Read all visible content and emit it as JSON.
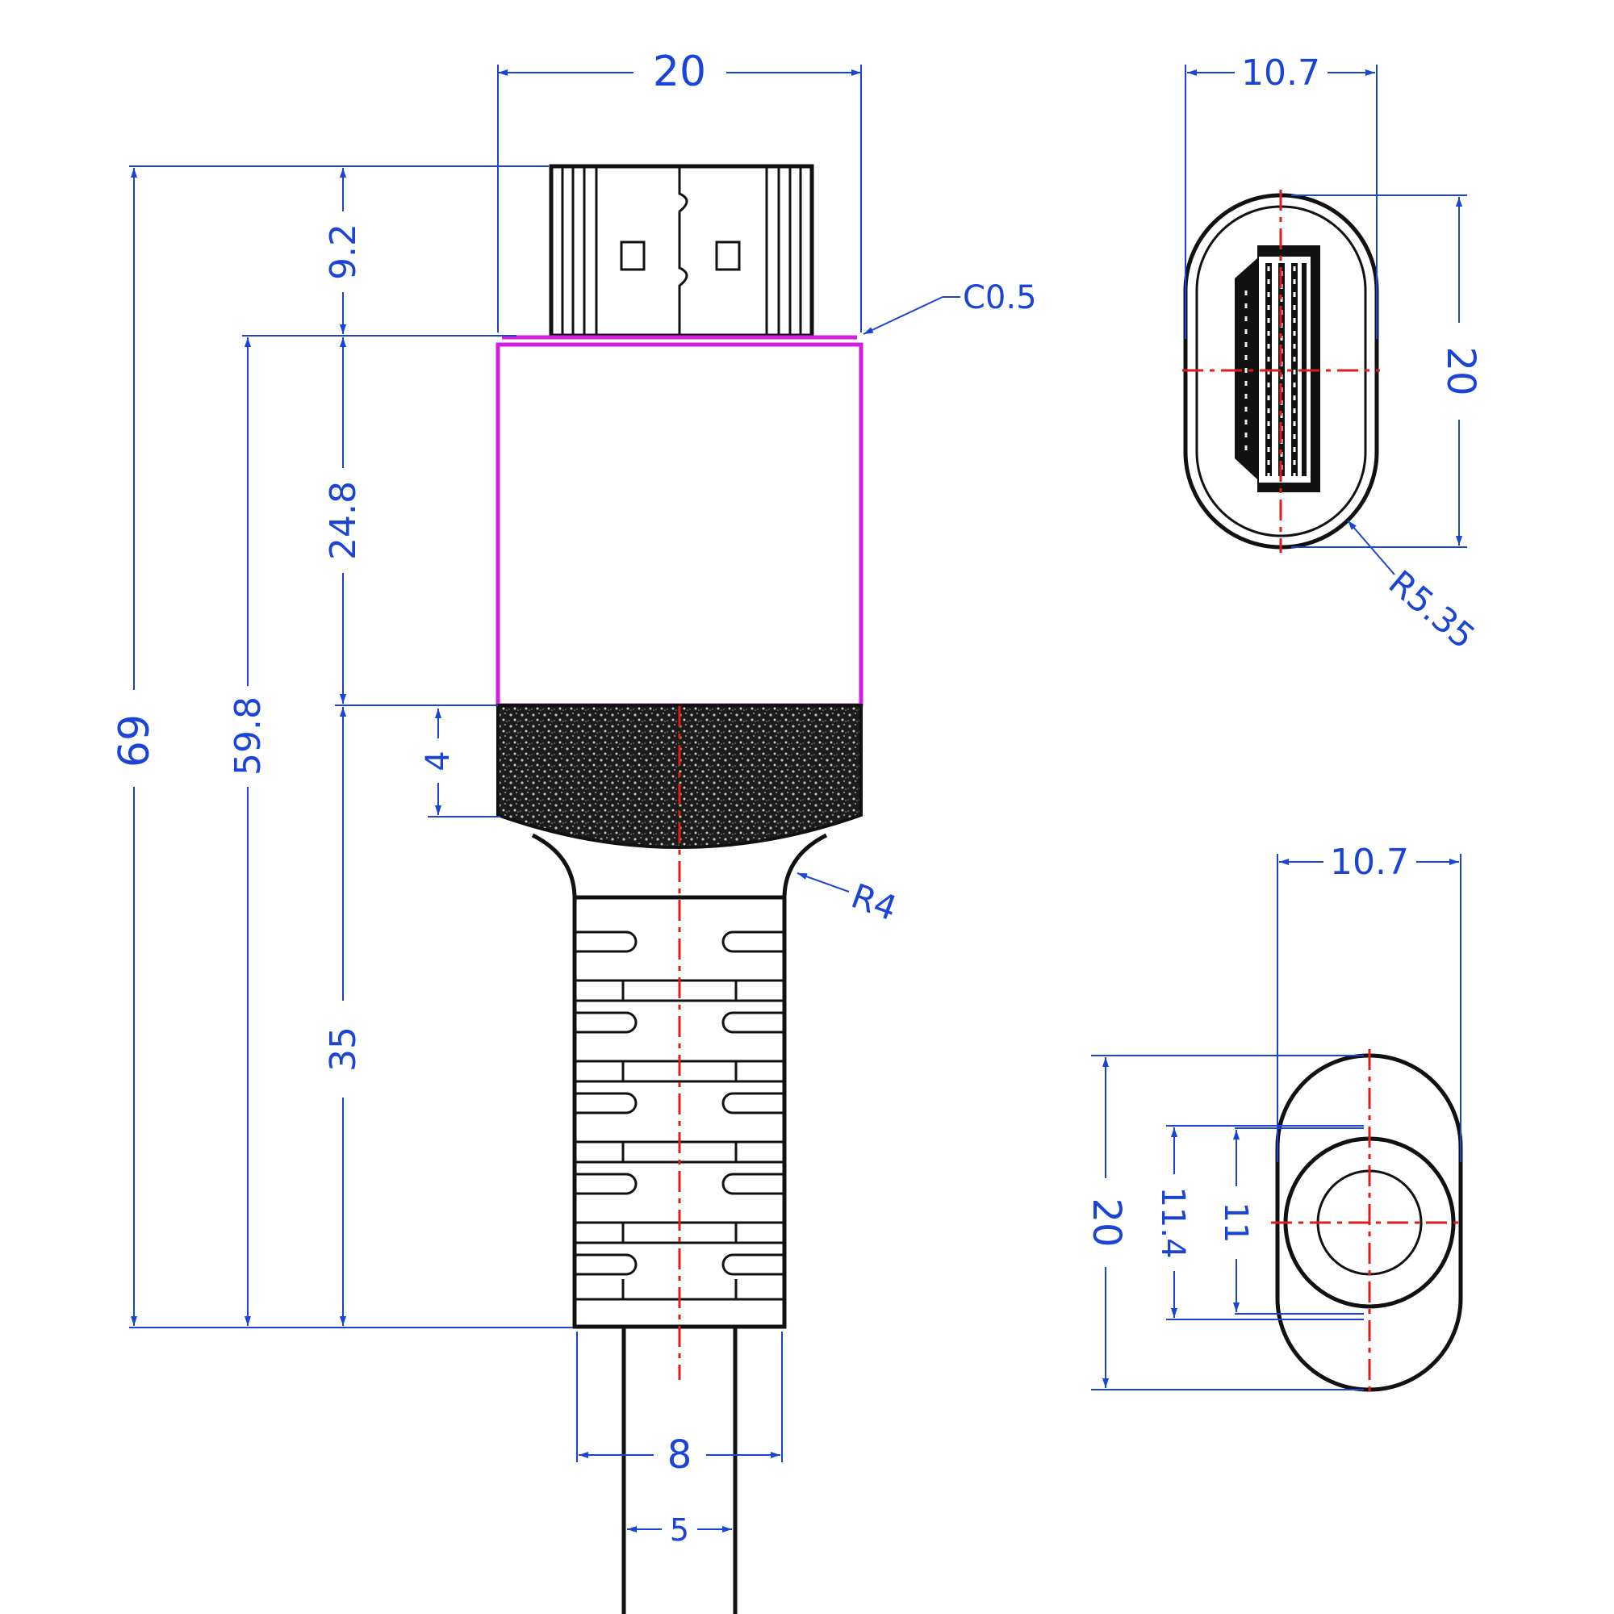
{
  "dimensions": {
    "width_top": "20",
    "plug_length": "9.2",
    "total_length": "69",
    "length_59_8": "59.8",
    "housing_length": "24.8",
    "strain_relief_length": "35",
    "chamfer": "C0.5",
    "knurl_length": "4",
    "fillet_radius": "R4",
    "boot_width": "8",
    "cable_width": "5",
    "end_view_width": "10.7",
    "end_view_height": "20",
    "end_view_radius": "R5.35",
    "rear_view_width": "10.7",
    "rear_view_height": "20",
    "rear_outer_dia": "11.4",
    "rear_inner_dia": "11"
  },
  "colors": {
    "dimension": "#1a44d6",
    "outline": "#111111",
    "centerline": "#e11b1b",
    "highlight": "#d11fe0"
  }
}
